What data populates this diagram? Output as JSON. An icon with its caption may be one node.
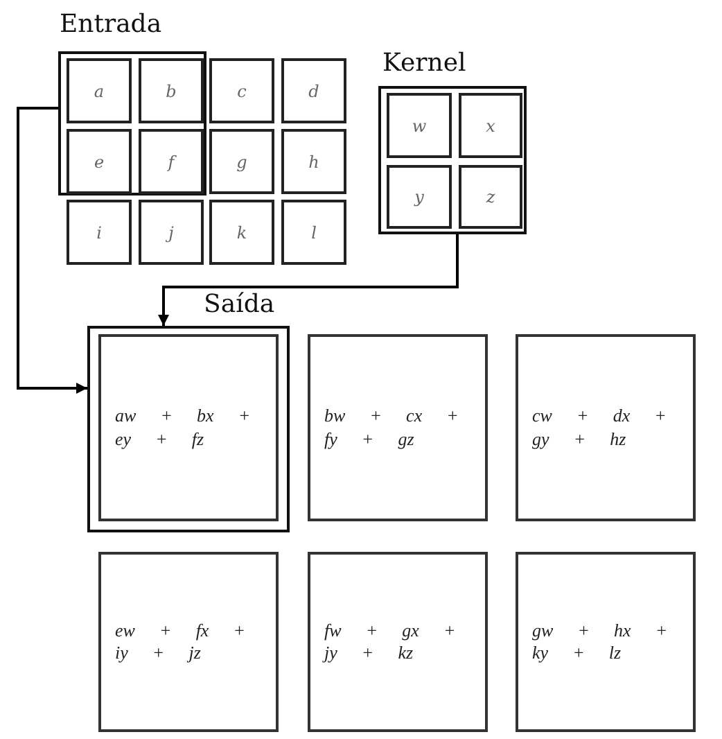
{
  "diagram": {
    "nodes": [
      {
        "text": [],
        "shape": "box"
      },
      {
        "text": [
          "a"
        ],
        "in": 0
      },
      {
        "text": [
          "b"
        ],
        "in": 0
      },
      {
        "text": [
          "c"
        ]
      },
      {
        "text": [
          "d"
        ]
      },
      {
        "text": [
          "e"
        ],
        "in": 0
      },
      {
        "text": [
          "f"
        ],
        "in": 0
      },
      {
        "text": [
          "g"
        ]
      },
      {
        "text": [
          "h"
        ]
      },
      {
        "text": [
          "i"
        ]
      },
      {
        "text": [
          "j"
        ]
      },
      {
        "text": [
          "k"
        ]
      },
      {
        "text": [
          "l"
        ]
      },
      {
        "text": [
          "Kernel"
        ]
      },
      {
        "text": [
          "w"
        ],
        "in": 13
      },
      {
        "text": [
          "x"
        ],
        "in": 13
      },
      {
        "text": [
          "y"
        ],
        "in": 13
      },
      {
        "text": [
          "z"
        ],
        "in": 13
      },
      {
        "text": [
          "Saída"
        ]
      },
      {
        "text": [
          "aw + bx + ey + fz"
        ],
        "in": 18
      },
      {
        "text": [
          "bw + cx + fy + gz"
        ]
      },
      {
        "text": [
          "cw + dx + gy + hz"
        ]
      },
      {
        "text": [
          "ew + fx + iy + jz"
        ]
      },
      {
        "text": [
          "fw + gx + jy + kz"
        ]
      },
      {
        "text": [
          "gw + hx + ky + lz"
        ]
      }
    ],
    "edges": [
      {
        "from": 0,
        "to": 18,
        "arrow": "to"
      },
      {
        "from": 13,
        "to": 18,
        "arrow": "to"
      }
    ],
    "labels": [
      "Entrada"
    ]
  }
}
